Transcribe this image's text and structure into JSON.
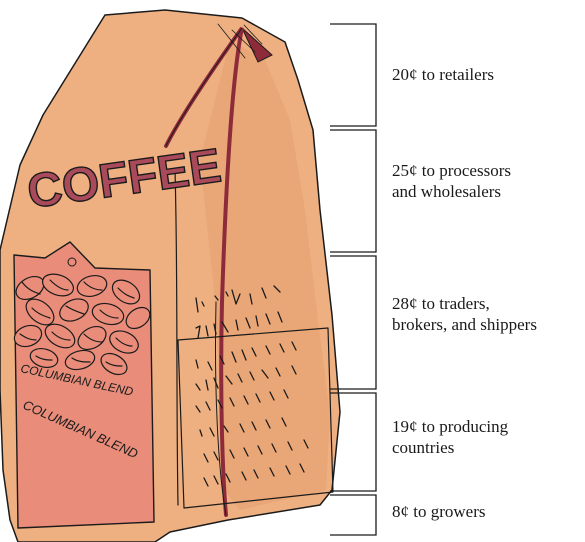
{
  "bag": {
    "brand": "COFFEE",
    "label_top": "COLUMBIAN BLEND",
    "label_bottom": "COLUMBIAN BLEND"
  },
  "shares": [
    {
      "lines": [
        "20¢ to retailers"
      ],
      "cents": 20
    },
    {
      "lines": [
        "25¢ to processors",
        "and wholesalers"
      ],
      "cents": 25
    },
    {
      "lines": [
        "28¢ to traders,",
        "brokers, and shippers"
      ],
      "cents": 28
    },
    {
      "lines": [
        "19¢ to producing",
        "countries"
      ],
      "cents": 19
    },
    {
      "lines": [
        "8¢ to growers"
      ],
      "cents": 8
    }
  ],
  "colors": {
    "bag_fill": "#efb081",
    "label_fill": "#e98c7a",
    "accent": "#8e2b3b",
    "ink": "#1b1b1b"
  }
}
